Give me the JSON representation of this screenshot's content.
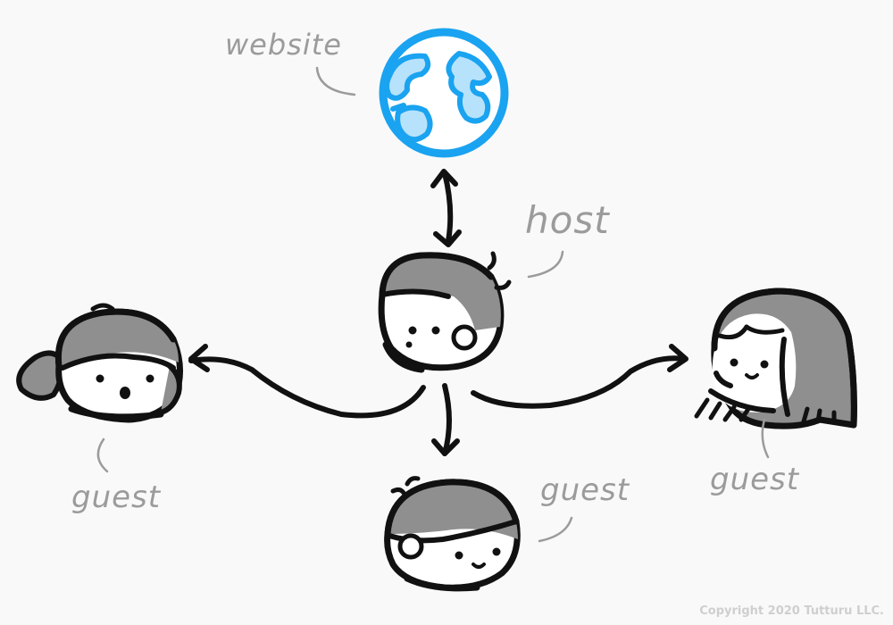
{
  "labels": {
    "website": "website",
    "host": "host",
    "guest_left": "guest",
    "guest_bottom": "guest",
    "guest_right": "guest"
  },
  "copyright": "Copyright 2020 Tutturu LLC.",
  "colors": {
    "ink": "#111111",
    "hair": "#8a8a8a",
    "globe_blue": "#1aa3f0",
    "globe_fill": "#b7e2fb",
    "label_gray": "#9b9b9b",
    "background": "#f9f9f9"
  },
  "icons": [
    "globe-icon",
    "host-face-icon",
    "guest-girl-face-icon",
    "guest-boy-face-icon",
    "guest-woman-face-icon"
  ]
}
